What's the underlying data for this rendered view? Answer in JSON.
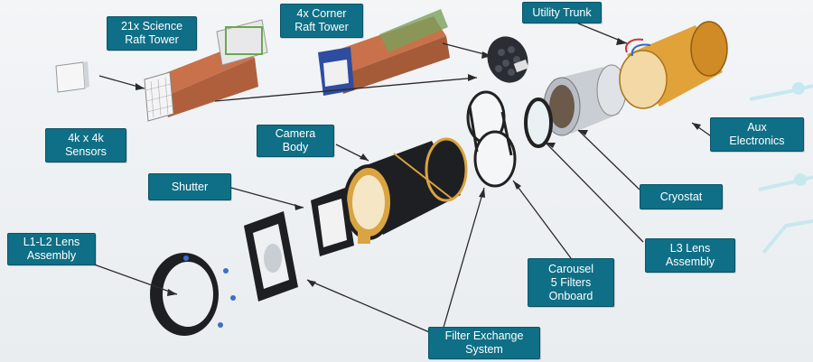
{
  "labels": {
    "science_raft": "21x Science\nRaft Tower",
    "corner_raft": "4x Corner\nRaft Tower",
    "utility_trunk": "Utility Trunk",
    "sensors": "4k x 4k\nSensors",
    "camera_body": "Camera\nBody",
    "aux_electronics": "Aux\nElectronics",
    "shutter": "Shutter",
    "cryostat": "Cryostat",
    "l1l2": "L1-L2 Lens\nAssembly",
    "l3": "L3 Lens\nAssembly",
    "carousel": "Carousel\n5 Filters\nOnboard",
    "filter_exchange": "Filter Exchange\nSystem"
  },
  "colors": {
    "label_fill": "#0f6f86",
    "leader_line": "#2b2b2b",
    "raft_copper": "#c8714a",
    "camera_gold": "#d9a441",
    "utility_orange": "#e2a23a"
  }
}
